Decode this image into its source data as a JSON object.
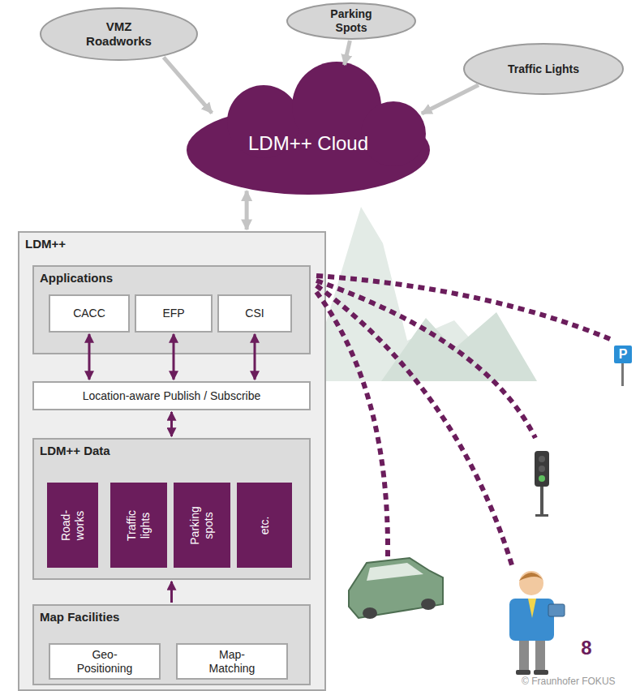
{
  "diagram": {
    "nodes": [
      {
        "text": [
          "VMZ Roadworks"
        ]
      },
      {
        "text": [
          "Parking Spots"
        ]
      },
      {
        "text": [
          "Traffic Lights"
        ]
      },
      {
        "text": [
          "LDM++ Cloud"
        ]
      },
      {
        "text": [
          "LDM++"
        ]
      },
      {
        "text": [
          "Applications"
        ],
        "in": 4
      },
      {
        "text": [
          "CACC"
        ],
        "in": 5
      },
      {
        "text": [
          "EFP"
        ],
        "in": 5
      },
      {
        "text": [
          "CSI"
        ],
        "in": 5
      },
      {
        "text": [
          "Location-aware Publish / Subscribe"
        ],
        "in": 4
      },
      {
        "text": [
          "LDM++ Data"
        ],
        "in": 4
      },
      {
        "text": [
          "Road- works"
        ],
        "in": 10
      },
      {
        "text": [
          "Traffic lights"
        ],
        "in": 10
      },
      {
        "text": [
          "Parking spots"
        ],
        "in": 10
      },
      {
        "text": [
          "etc."
        ],
        "in": 10
      },
      {
        "text": [
          "Map Facilities"
        ],
        "in": 4
      },
      {
        "text": [
          "Geo- Positioning"
        ],
        "in": 15
      },
      {
        "text": [
          "Map- Matching"
        ],
        "in": 15
      }
    ],
    "edges": [
      {
        "from": 0,
        "to": 3,
        "arrow": "to"
      },
      {
        "from": 1,
        "to": 3,
        "arrow": "to"
      },
      {
        "from": 2,
        "to": 3,
        "arrow": "to"
      },
      {
        "from": 3,
        "to": 4,
        "arrow": "both"
      },
      {
        "from": 6,
        "to": 9,
        "arrow": "both"
      },
      {
        "from": 7,
        "to": 9,
        "arrow": "both"
      },
      {
        "from": 8,
        "to": 9,
        "arrow": "both"
      },
      {
        "from": 9,
        "to": 10,
        "arrow": "both"
      },
      {
        "from": 15,
        "to": 10,
        "arrow": "to"
      }
    ],
    "labels": [
      "P",
      "8",
      "© Fraunhofer FOKUS"
    ]
  }
}
